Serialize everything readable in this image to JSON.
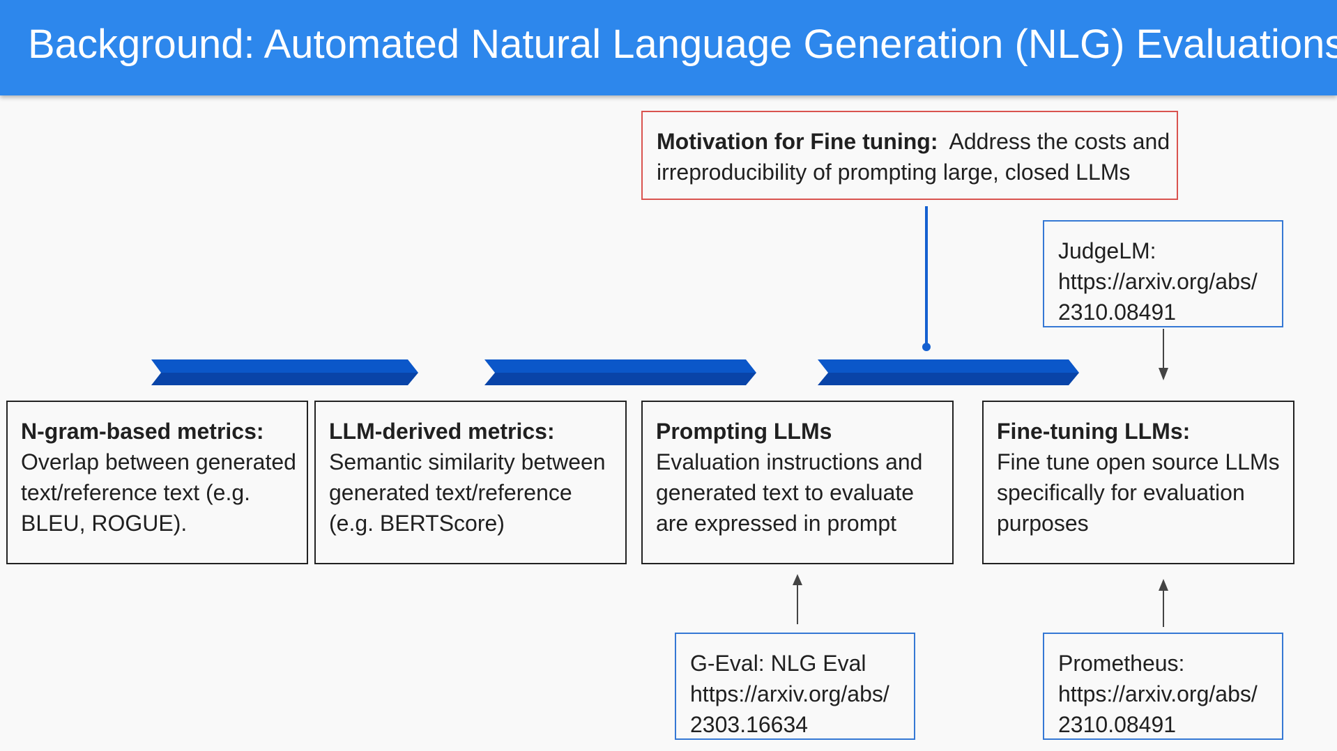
{
  "header": {
    "title": "Background: Automated Natural Language Generation (NLG) Evaluations"
  },
  "motivation": {
    "label": "Motivation for Fine tuning:",
    "text_line1": "Address the costs and",
    "text_line2": "irreproducibility of prompting large, closed LLMs"
  },
  "stages": [
    {
      "title": "N-gram-based metrics:",
      "lines": [
        "Overlap between generated",
        "text/reference text (e.g.",
        "BLEU, ROGUE)."
      ]
    },
    {
      "title": "LLM-derived metrics:",
      "lines": [
        "Semantic similarity between",
        "generated text/reference",
        "(e.g. BERTScore)"
      ]
    },
    {
      "title": "Prompting LLMs",
      "lines": [
        "Evaluation instructions and",
        "generated text to evaluate",
        "are expressed in prompt"
      ]
    },
    {
      "title": "Fine-tuning LLMs:",
      "lines": [
        "Fine tune open source LLMs",
        "specifically for evaluation",
        "purposes"
      ]
    }
  ],
  "references": {
    "judgelm": [
      "JudgeLM:",
      "https://arxiv.org/abs/",
      "2310.08491"
    ],
    "geval": [
      "G-Eval: NLG Eval",
      "https://arxiv.org/abs/",
      "2303.16634"
    ],
    "prometheus": [
      "Prometheus:",
      "https://arxiv.org/abs/",
      "2310.08491"
    ]
  },
  "colors": {
    "header_bg": "#2d87ec",
    "chevron_top": "#0b57c9",
    "chevron_bottom": "#0944a8",
    "motivation_border": "#d9534f",
    "reference_border": "#3578d4",
    "stage_border": "#222222"
  }
}
